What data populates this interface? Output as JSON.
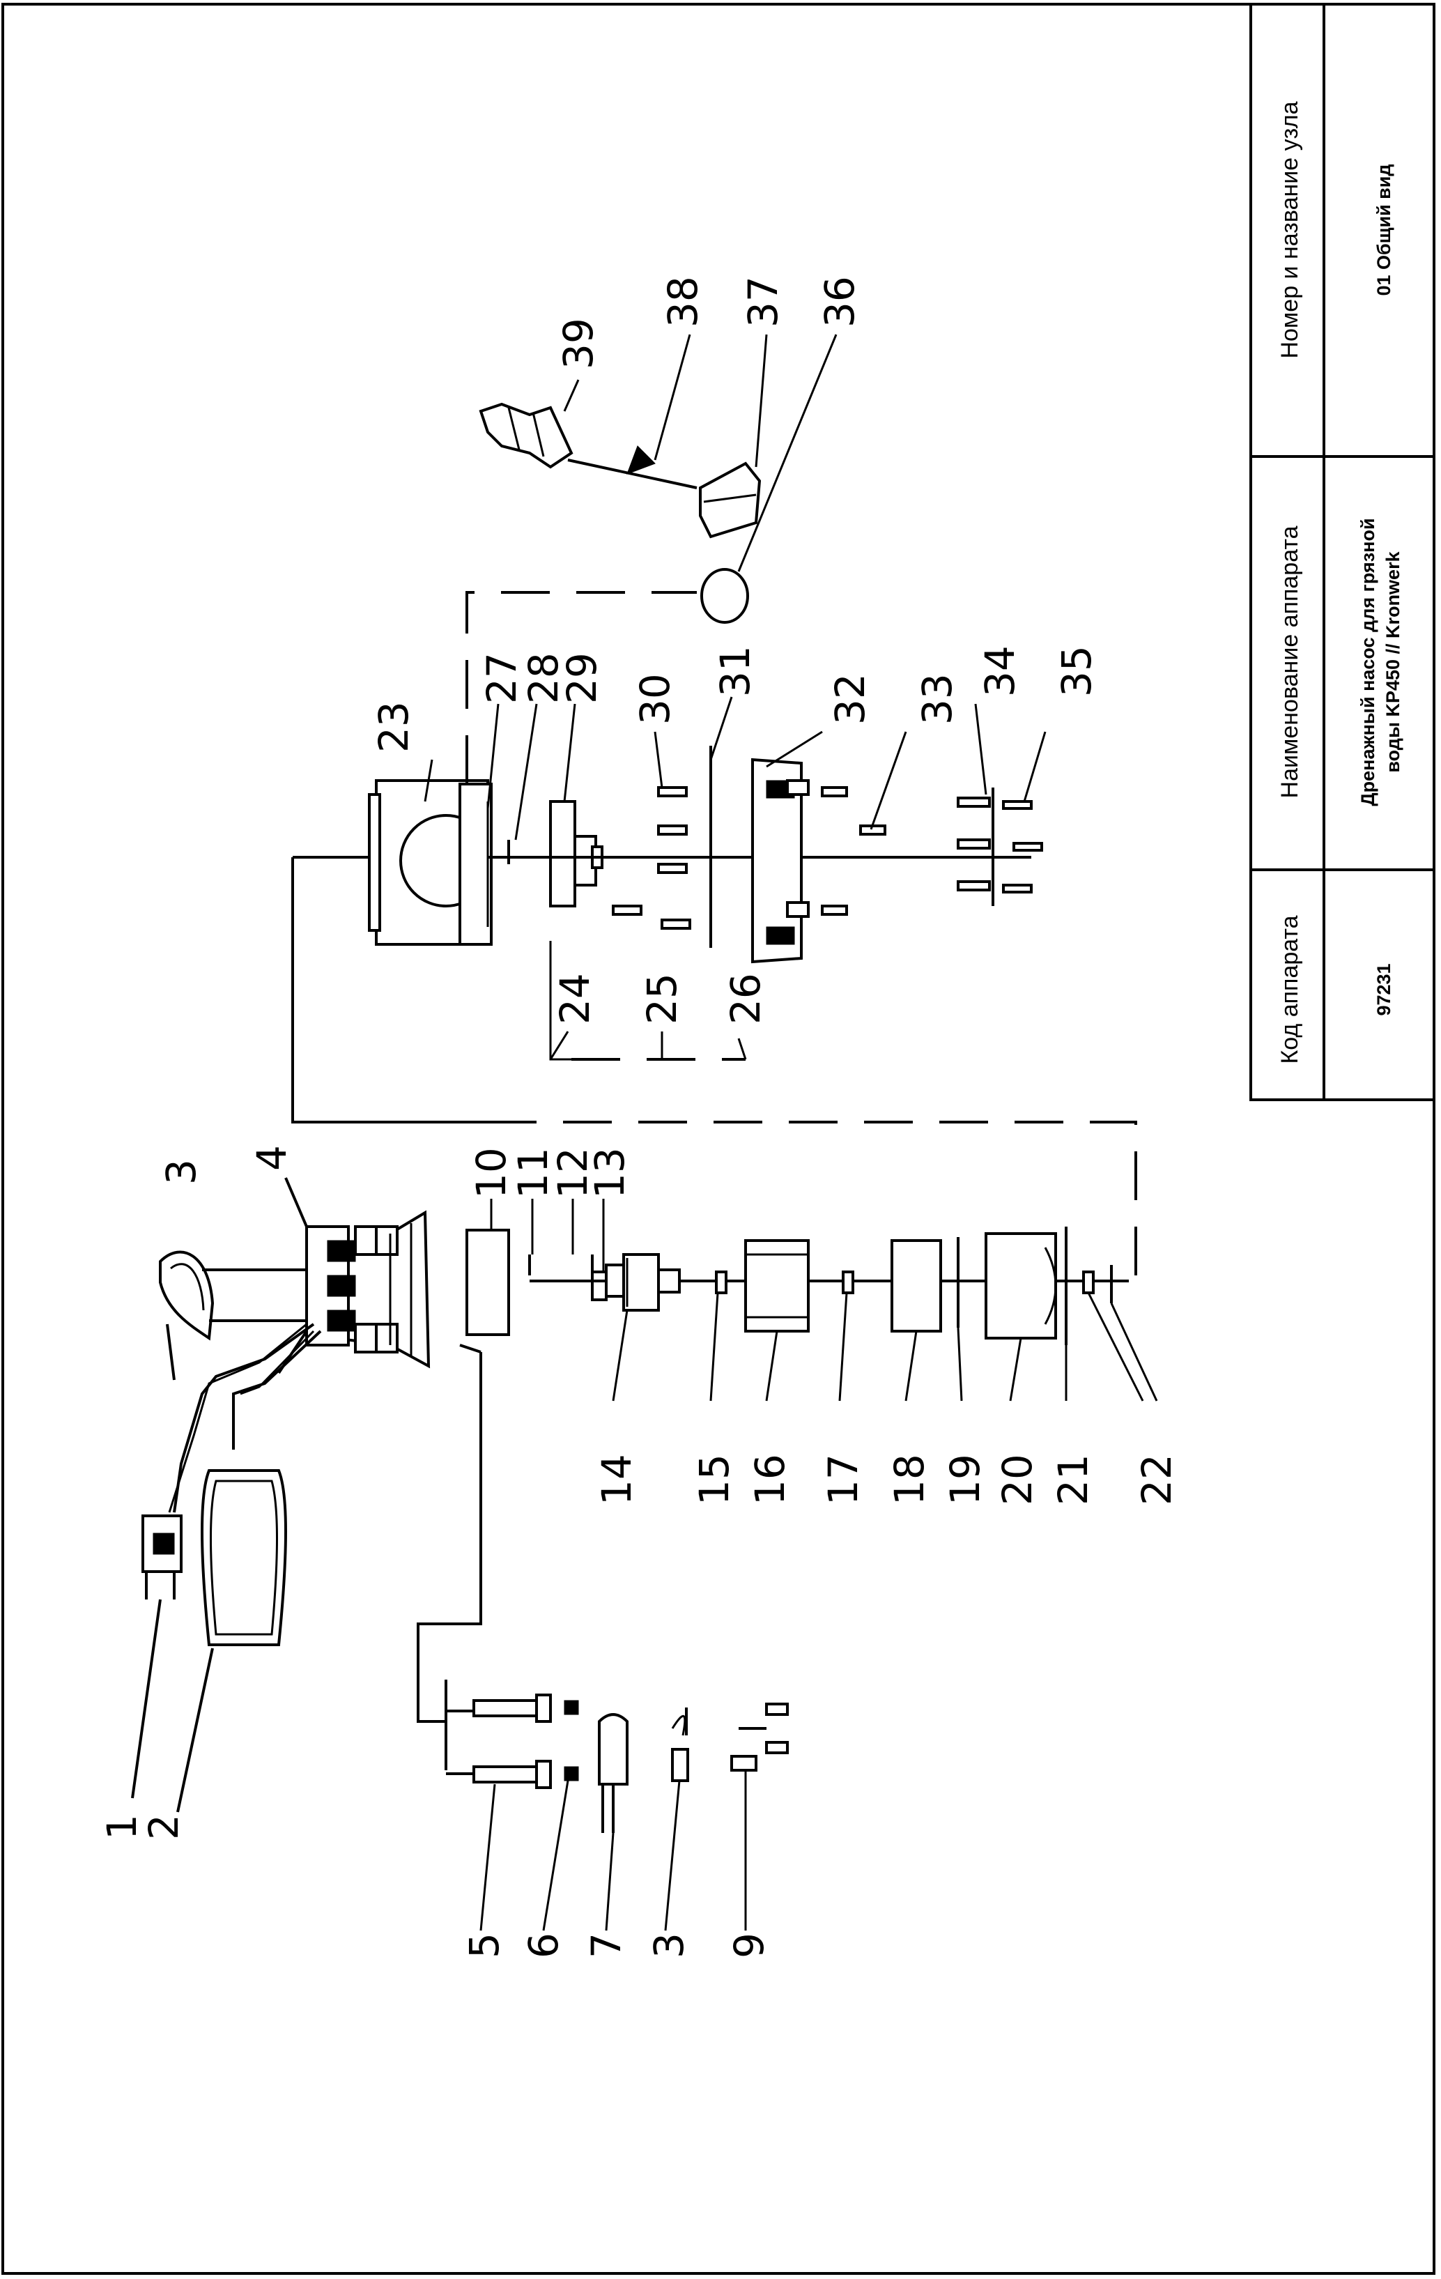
{
  "title_block": {
    "col1_header": "Код аппарата",
    "col1_value": "97231",
    "col2_header": "Наименование аппарата",
    "col2_value_line1": "Дренажный насос для грязной",
    "col2_value_line2": "воды KP450 // Kronwerk",
    "col3_header": "Номер и название узла",
    "col3_value": "01 Общий вид"
  },
  "callouts": {
    "n1": "1",
    "n2": "2",
    "n3a": "3",
    "n3b": "3",
    "n4": "4",
    "n5": "5",
    "n6": "6",
    "n7": "7",
    "n9": "9",
    "n10": "10",
    "n11": "11",
    "n12": "12",
    "n13": "13",
    "n14": "14",
    "n15": "15",
    "n16": "16",
    "n17": "17",
    "n18": "18",
    "n19": "19",
    "n20": "20",
    "n21": "21",
    "n22": "22",
    "n23": "23",
    "n24": "24",
    "n25": "25",
    "n26": "26",
    "n27": "27",
    "n28": "28",
    "n29": "29",
    "n30": "30",
    "n31": "31",
    "n32": "32",
    "n33": "33",
    "n34": "34",
    "n35": "35",
    "n36": "36",
    "n37": "37",
    "n38": "38",
    "n39": "39"
  }
}
